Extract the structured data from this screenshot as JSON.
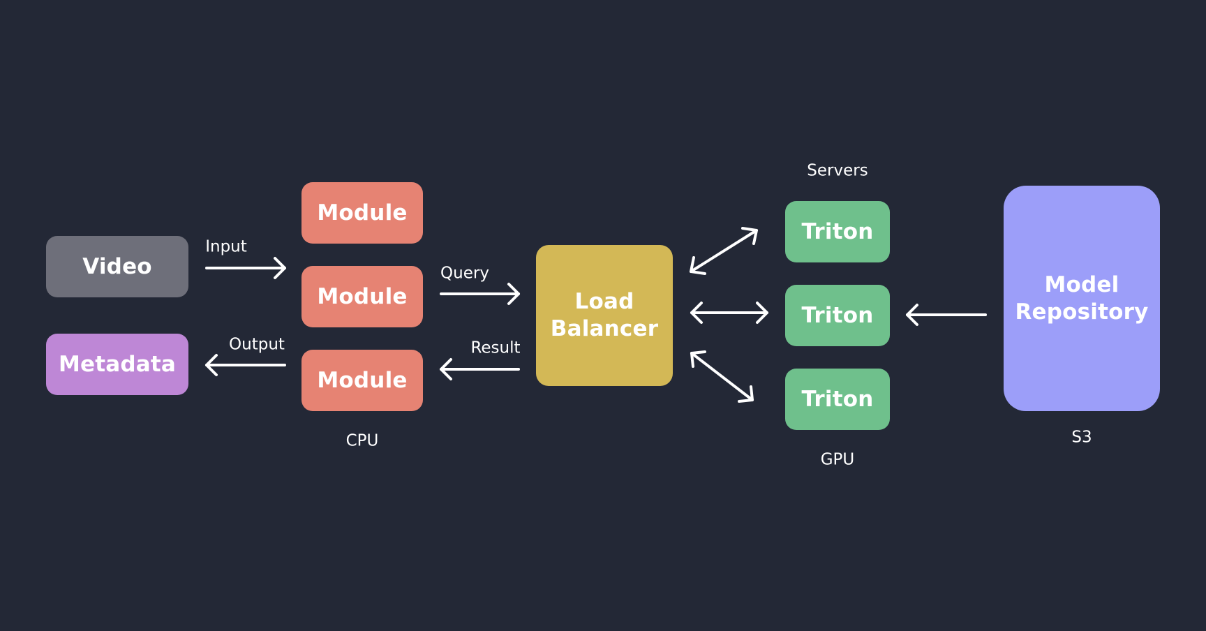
{
  "colors": {
    "background": "#232836",
    "video": "#6e6f7a",
    "metadata": "#be87d6",
    "module": "#e68373",
    "load_balancer": "#d3b856",
    "triton": "#6fc08c",
    "model_repository": "#9c9ef9",
    "arrow": "#ffffff"
  },
  "nodes": {
    "video": "Video",
    "metadata": "Metadata",
    "modules": [
      "Module",
      "Module",
      "Module"
    ],
    "load_balancer": [
      "Load",
      "Balancer"
    ],
    "tritons": [
      "Triton",
      "Triton",
      "Triton"
    ],
    "model_repository": [
      "Model",
      "Repository"
    ]
  },
  "labels": {
    "input": "Input",
    "output": "Output",
    "query": "Query",
    "result": "Result",
    "cpu": "CPU",
    "servers": "Servers",
    "gpu": "GPU",
    "s3": "S3"
  }
}
